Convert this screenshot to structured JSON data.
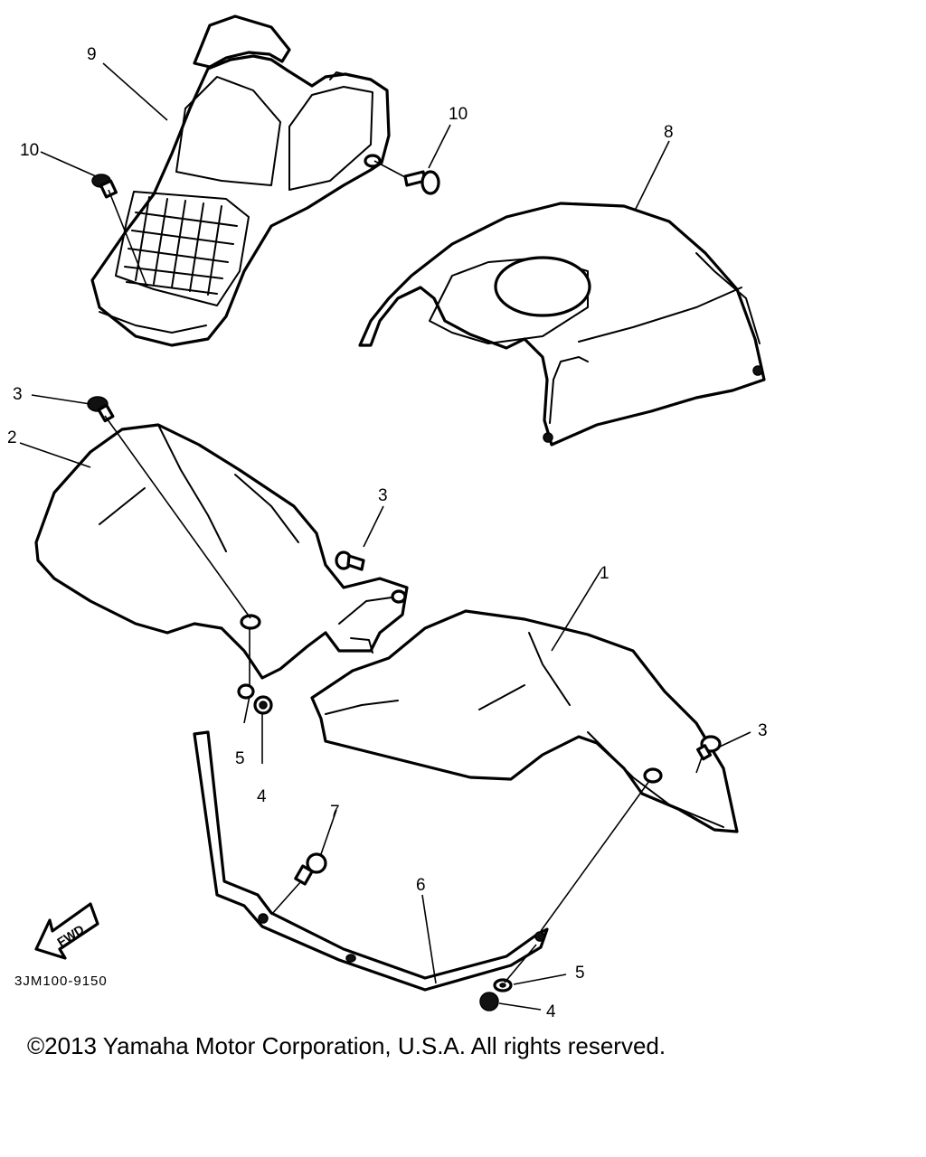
{
  "callouts": {
    "c1": "1",
    "c2": "2",
    "c3a": "3",
    "c3b": "3",
    "c3c": "3",
    "c4a": "4",
    "c4b": "4",
    "c5a": "5",
    "c5b": "5",
    "c6": "6",
    "c7": "7",
    "c8": "8",
    "c9": "9",
    "c10a": "10",
    "c10b": "10"
  },
  "fwd_label": "FWD",
  "diagram_code": "3JM100-9150",
  "copyright": "©2013 Yamaha Motor Corporation, U.S.A. All rights reserved."
}
